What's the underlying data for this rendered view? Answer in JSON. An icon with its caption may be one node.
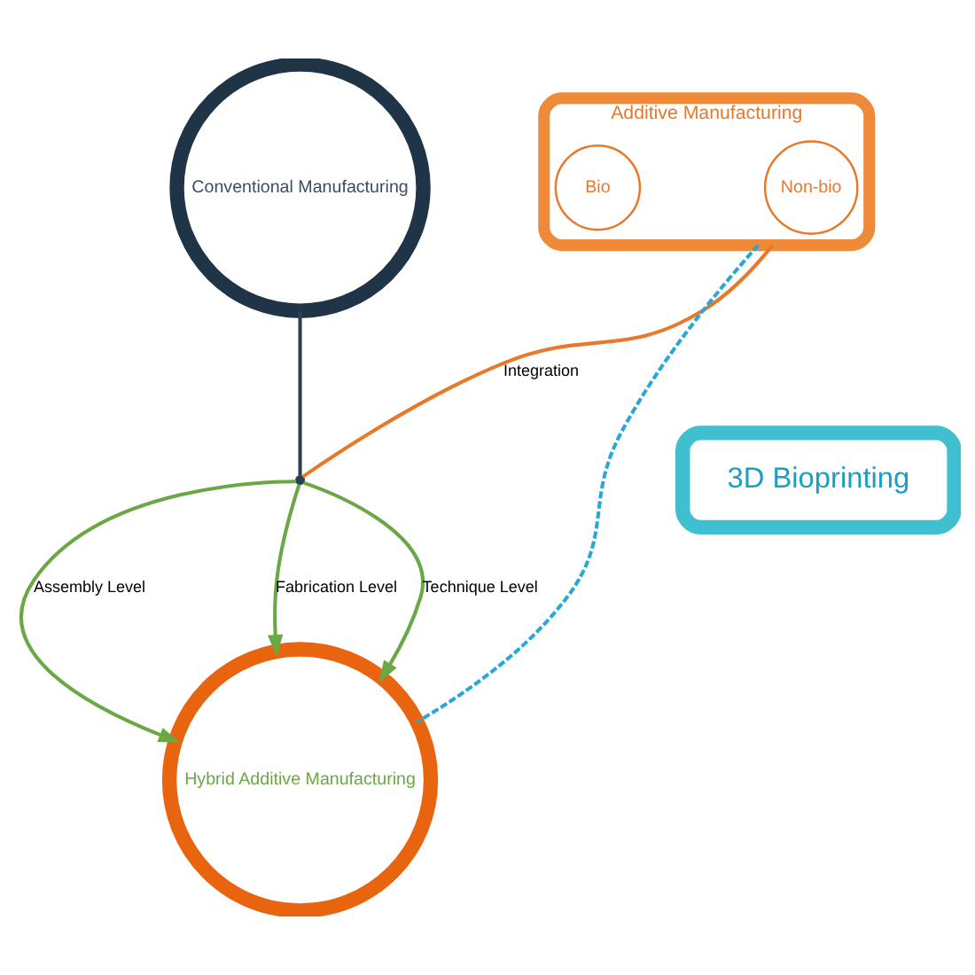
{
  "diagram": {
    "nodes": [
      {
        "text": [
          "Conventional Manufacturing"
        ]
      },
      {
        "text": [],
        "shape": "circle"
      },
      {
        "text": [
          "Additive Manufacturing"
        ]
      },
      {
        "text": [
          "Non-bio"
        ],
        "in": 2
      },
      {
        "text": [
          "Bio"
        ],
        "in": 2
      },
      {
        "text": [
          "Hybrid Additive Manufacturing"
        ]
      },
      {
        "text": [
          "3D Bioprinting"
        ]
      }
    ],
    "edges": [
      {
        "from": 0,
        "to": 1,
        "arrow": "none",
        "color": "#2b3f55"
      },
      {
        "from": 2,
        "to": 1,
        "arrow": "none",
        "label": "Integration",
        "color": "#e8782a"
      },
      {
        "from": 1,
        "to": 5,
        "arrow": "to",
        "label": "Assembly Level"
      },
      {
        "from": 1,
        "to": 5,
        "arrow": "to",
        "label": "Fabrication Level"
      },
      {
        "from": 1,
        "to": 5,
        "arrow": "to",
        "label": "Technique Level"
      },
      {
        "from": 2,
        "to": 5,
        "arrow": "none",
        "style": "dashed",
        "color": "#29a8d8"
      }
    ]
  }
}
